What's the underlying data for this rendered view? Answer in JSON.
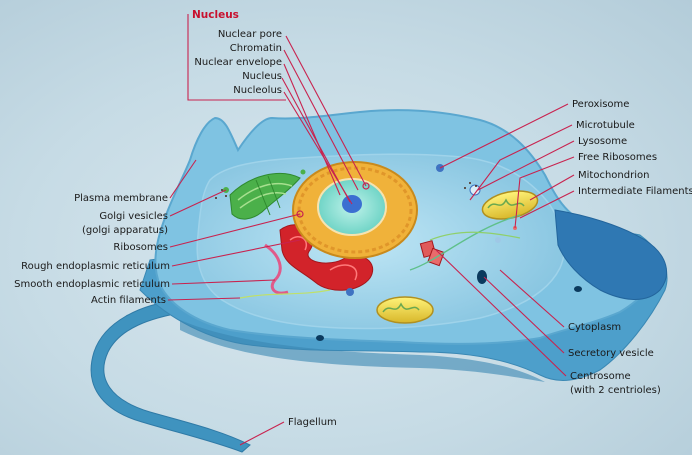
{
  "title": "Nucleus",
  "nucleus_parts": [
    "Nuclear pore",
    "Chromatin",
    "Nuclear envelope",
    "Nucleus",
    "Nucleolus"
  ],
  "left_labels": {
    "plasma_membrane": "Plasma membrane",
    "golgi_vesicles_1": "Golgi vesicles",
    "golgi_vesicles_2": "(golgi apparatus)",
    "ribosomes": "Ribosomes",
    "rough_er": "Rough endoplasmic reticulum",
    "smooth_er": "Smooth endoplasmic reticulum",
    "actin": "Actin filaments"
  },
  "right_labels": {
    "peroxisome": "Peroxisome",
    "microtubule": "Microtubule",
    "lysosome": "Lysosome",
    "free_ribosomes": "Free Ribosomes",
    "mitochondrion": "Mitochondrion",
    "intermediate": "Intermediate Filaments",
    "cytoplasm": "Cytoplasm",
    "secretory": "Secretory vesicle",
    "centrosome_1": "Centrosome",
    "centrosome_2": "(with 2 centrioles)"
  },
  "flagellum": "Flagellum",
  "colors": {
    "accent": "#c8102e",
    "leader": "#c8234f",
    "cell_outer": "#5fa6cf",
    "cell_inner": "#8ccbe8",
    "nucleus_envelope": "#f0b23a",
    "rough_er": "#d2232a"
  }
}
